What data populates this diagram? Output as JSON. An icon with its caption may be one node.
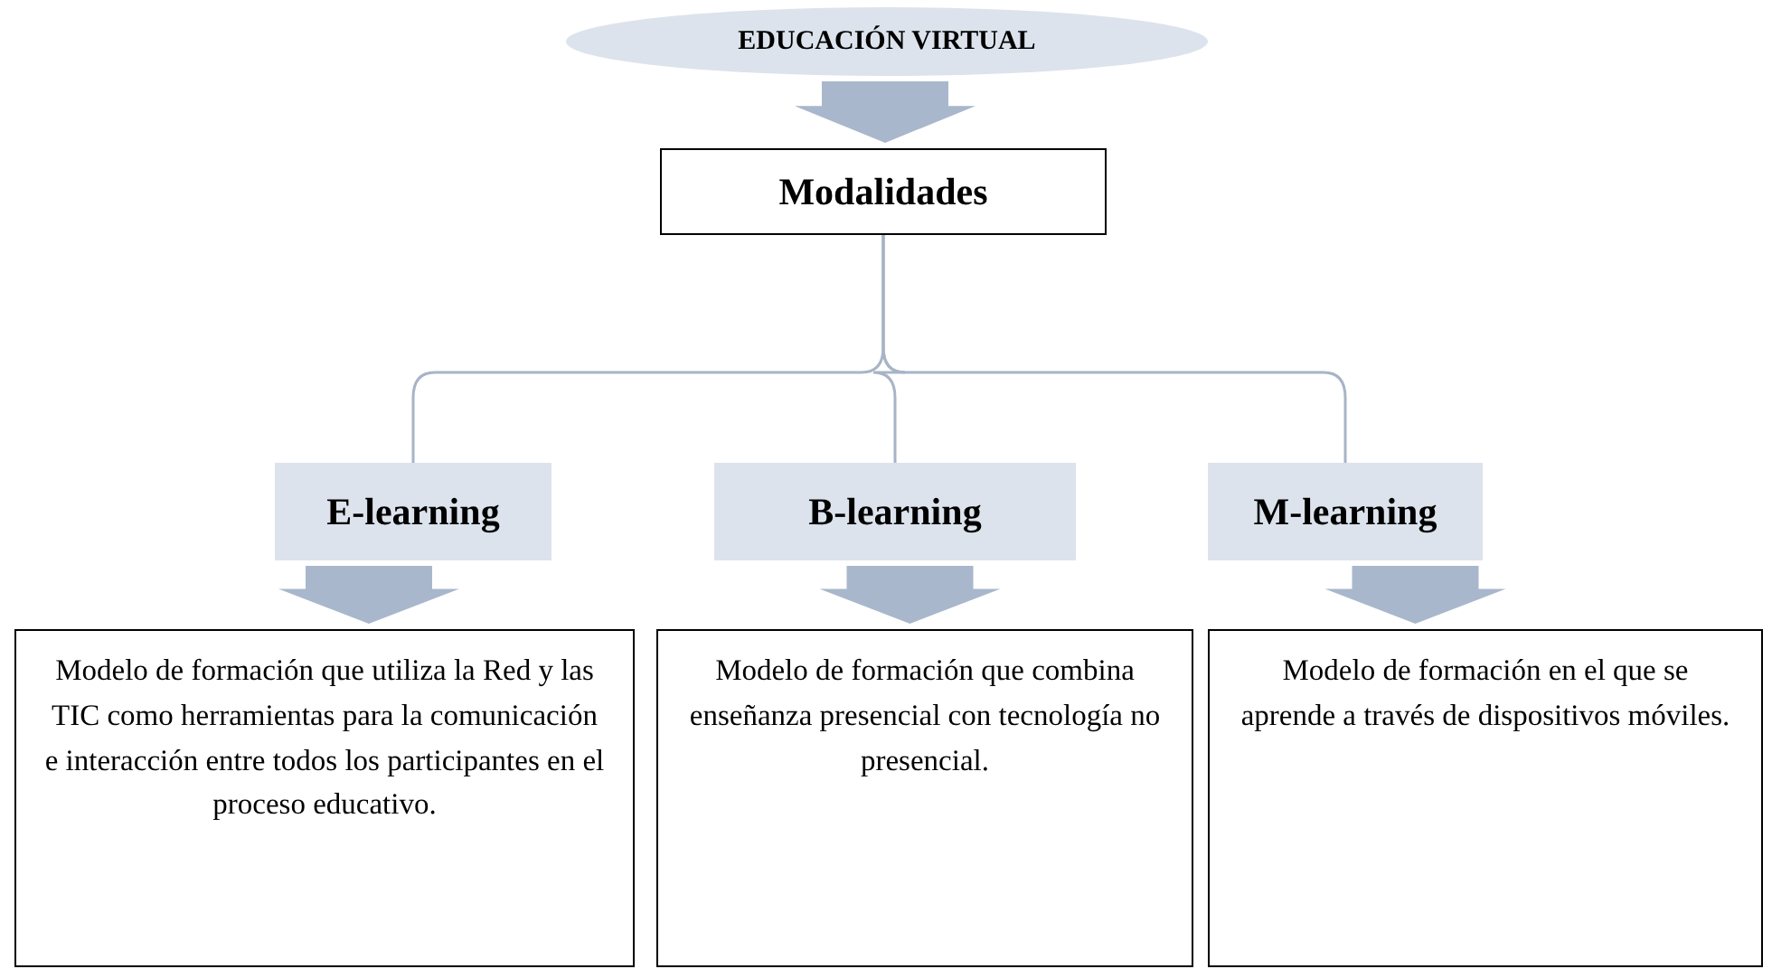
{
  "diagram": {
    "nodes": [
      {
        "text": [
          "EDUCACIÓN VIRTUAL"
        ]
      },
      {
        "text": [
          "Modalidades"
        ]
      },
      {
        "text": [
          "E-learning"
        ]
      },
      {
        "text": [
          "B-learning"
        ]
      },
      {
        "text": [
          "M-learning"
        ]
      },
      {
        "text": [
          "Modelo de formación que utiliza la Red y las TIC como herramientas para la comunicación e interacción entre todos los participantes en el proceso educativo."
        ]
      },
      {
        "text": [
          "Modelo de formación que combina enseñanza presencial con tecnología no presencial."
        ]
      },
      {
        "text": [
          "Modelo de formación en el que se aprende a través de dispositivos móviles."
        ]
      }
    ],
    "edges": [
      {
        "from": 0,
        "to": 1,
        "arrow": "to"
      },
      {
        "from": 1,
        "to": 2,
        "arrow": "none"
      },
      {
        "from": 1,
        "to": 3,
        "arrow": "none"
      },
      {
        "from": 1,
        "to": 4,
        "arrow": "none"
      },
      {
        "from": 2,
        "to": 5,
        "arrow": "to"
      },
      {
        "from": 3,
        "to": 6,
        "arrow": "to"
      },
      {
        "from": 4,
        "to": 7,
        "arrow": "to"
      }
    ]
  }
}
